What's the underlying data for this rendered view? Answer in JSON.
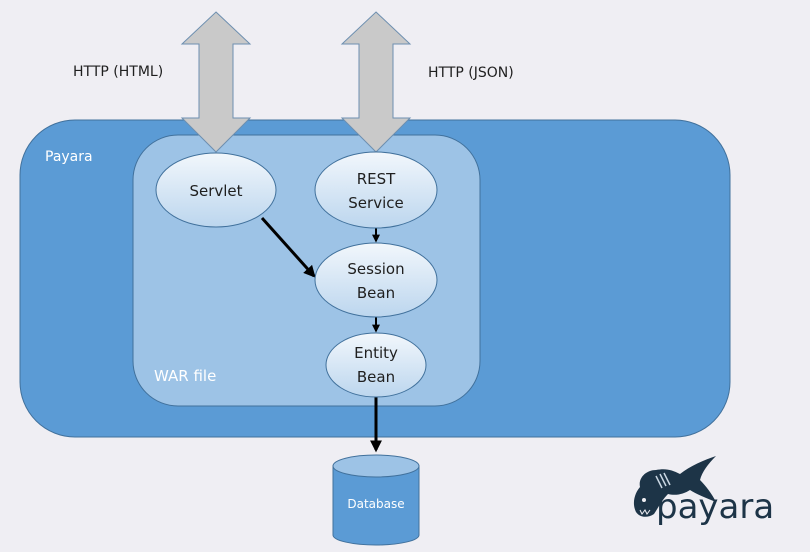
{
  "diagram": {
    "title": "Payara application architecture",
    "colors": {
      "background": "#efeef3",
      "container_fill": "#5b9bd5",
      "container_stroke": "#41719c",
      "war_fill": "#9dc3e6",
      "node_fill_top": "#f2f7fc",
      "node_fill_bottom": "#bfd8ef",
      "arrow_fill": "#c9c9c9",
      "logo": "#1d3447"
    },
    "protocols": [
      {
        "id": "http-html",
        "label": "HTTP (HTML)",
        "target": "servlet"
      },
      {
        "id": "http-json",
        "label": "HTTP (JSON)",
        "target": "rest-service"
      }
    ],
    "containers": {
      "server": {
        "label": "Payara"
      },
      "war": {
        "label": "WAR file"
      }
    },
    "nodes": [
      {
        "id": "servlet",
        "lines": [
          "Servlet"
        ]
      },
      {
        "id": "rest-service",
        "lines": [
          "REST",
          "Service"
        ]
      },
      {
        "id": "session-bean",
        "lines": [
          "Session",
          "Bean"
        ]
      },
      {
        "id": "entity-bean",
        "lines": [
          "Entity",
          "Bean"
        ]
      }
    ],
    "database": {
      "label": "Database"
    },
    "edges": [
      {
        "from": "servlet",
        "to": "session-bean"
      },
      {
        "from": "rest-service",
        "to": "session-bean"
      },
      {
        "from": "session-bean",
        "to": "entity-bean"
      },
      {
        "from": "entity-bean",
        "to": "database"
      }
    ],
    "logo": {
      "text": "payara",
      "icon": "fish-icon"
    }
  }
}
